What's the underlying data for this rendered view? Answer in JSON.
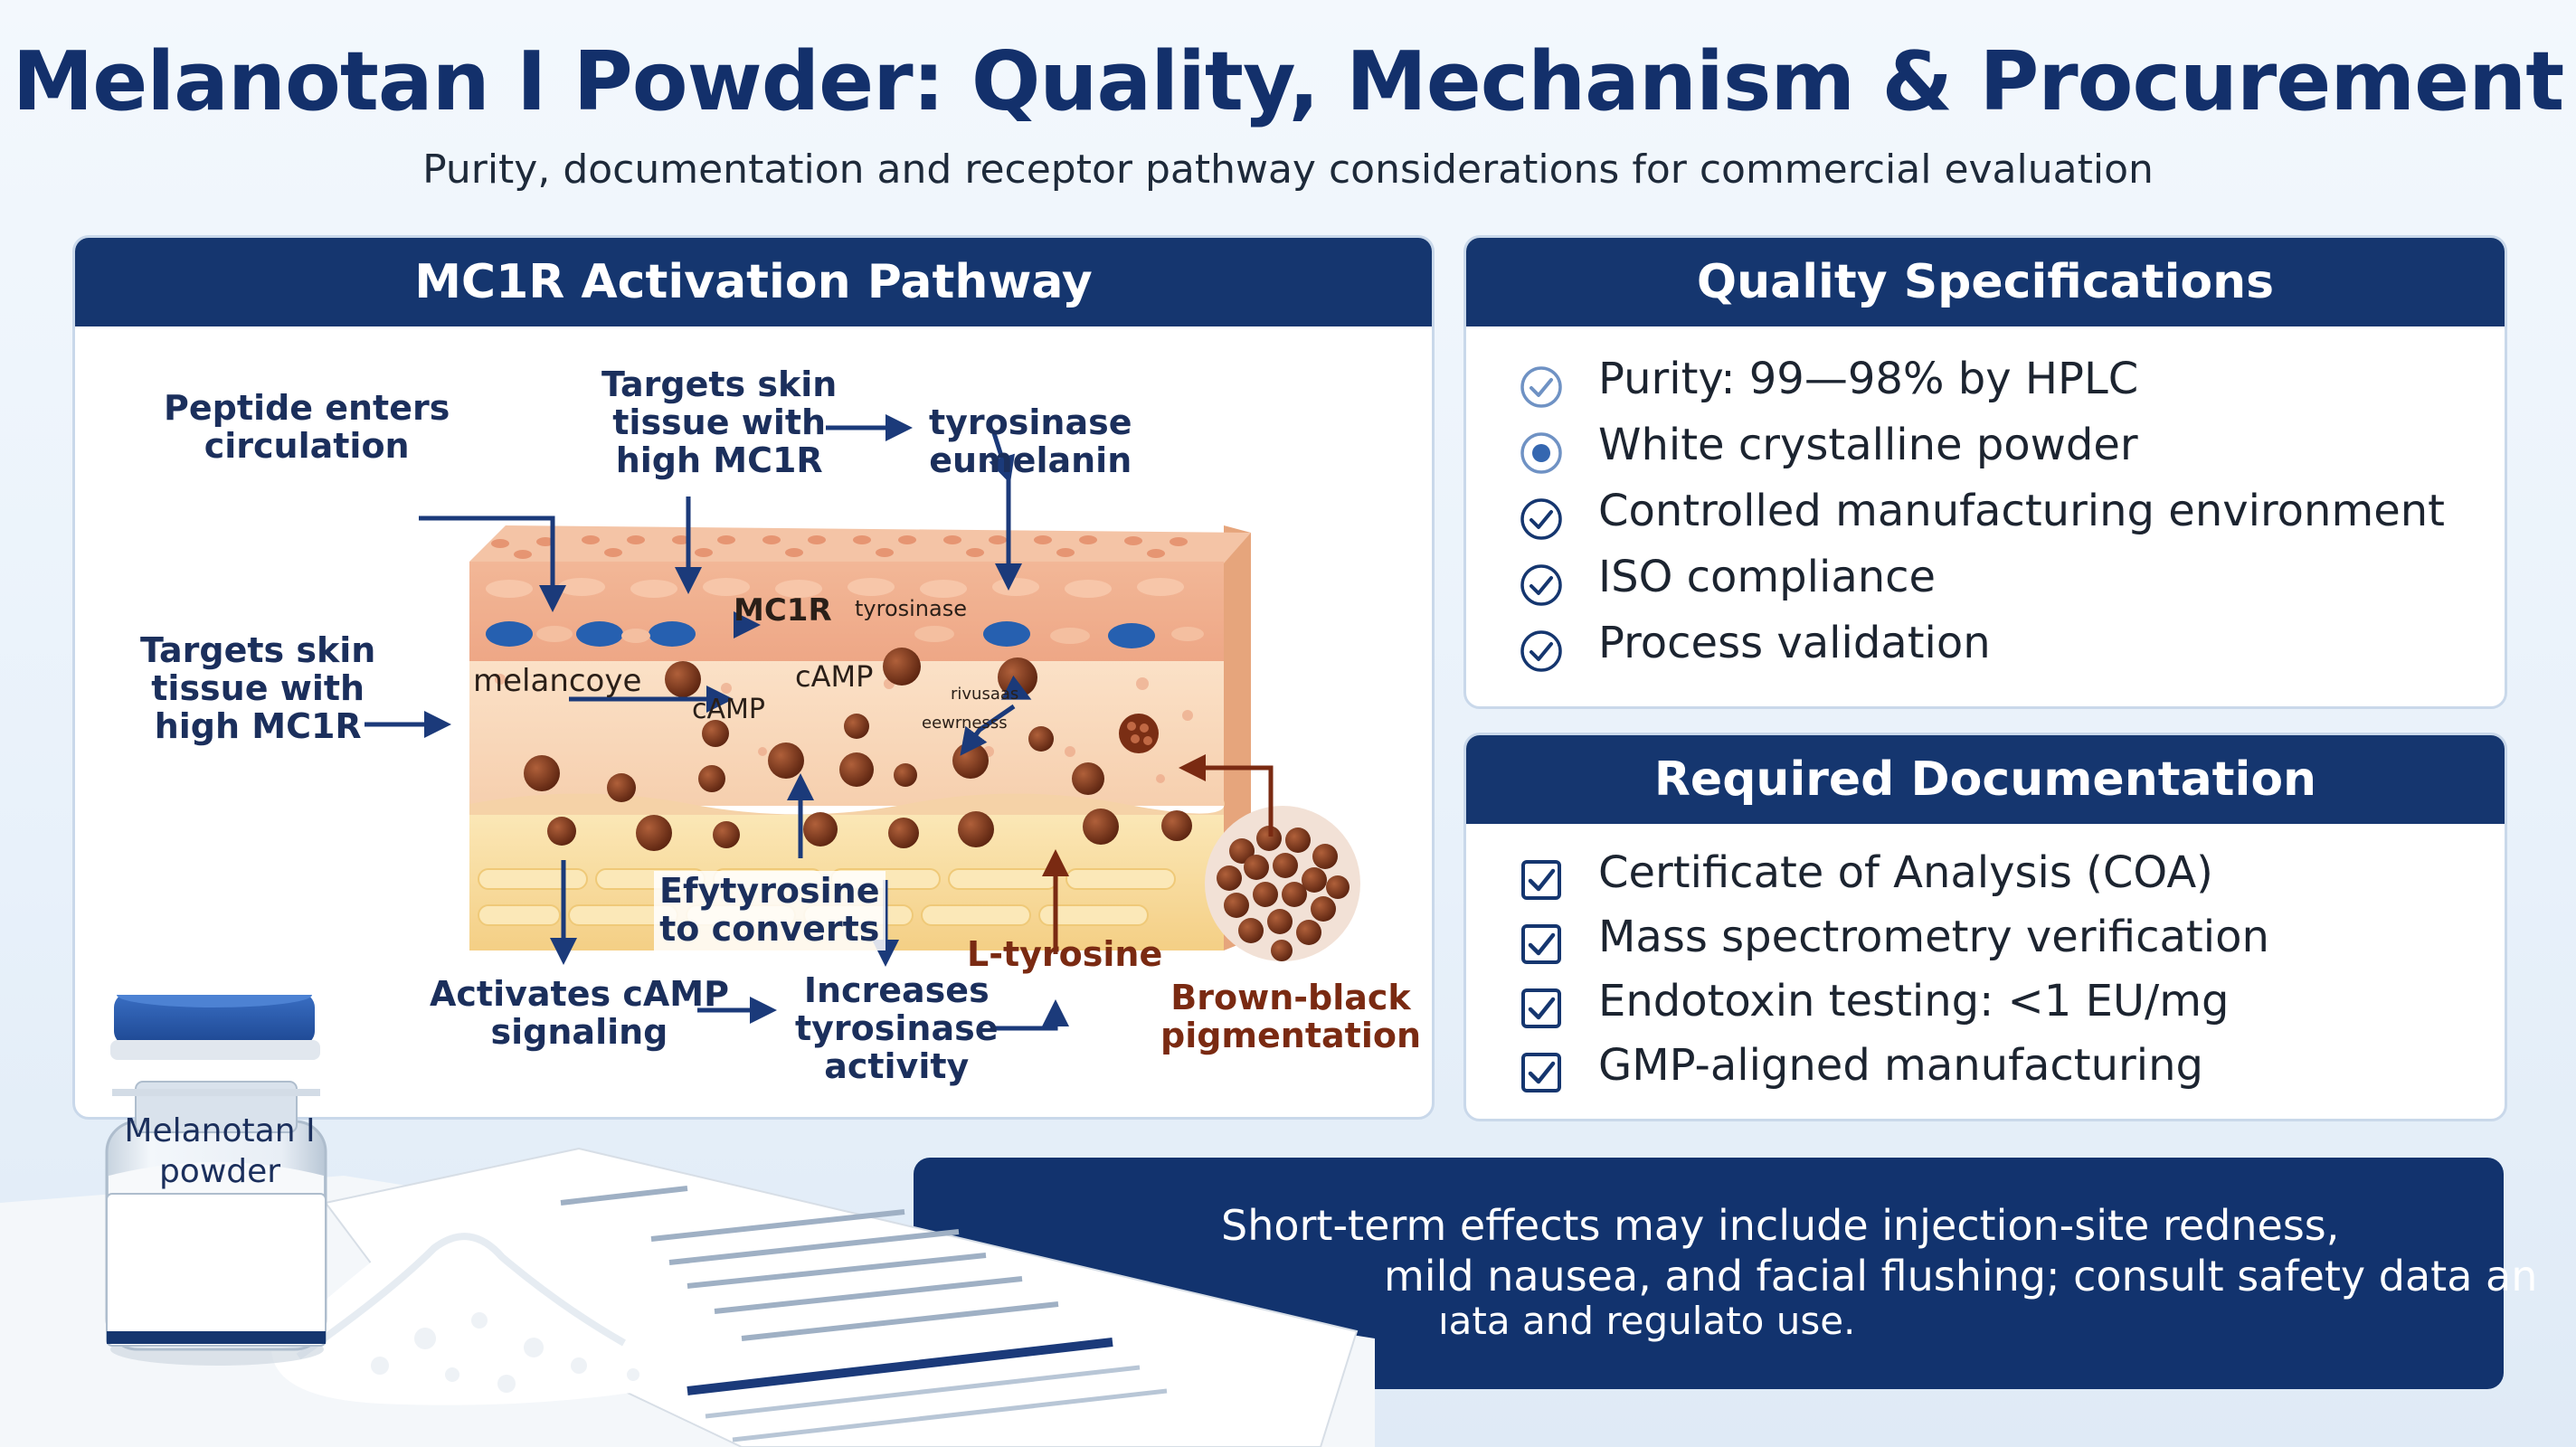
{
  "header": {
    "title": "Melanotan I Powder: Quality, Mechanism & Procurement",
    "subtitle": "Purity, documentation and receptor pathway considerations for commercial evaluation"
  },
  "pathway": {
    "title": "MC1R Activation Pathway",
    "labels": {
      "enters": [
        "Peptide enters",
        "circulation"
      ],
      "targets_top": [
        "Targets skin",
        "tissue with",
        "high MC1R"
      ],
      "tyr_eumelanin": [
        "tyrosinase",
        "eumelanin"
      ],
      "targets_left": [
        "Targets skin",
        "tissue with",
        "high MC1R"
      ],
      "converts": [
        "Efytyrosine",
        "to converts"
      ],
      "l_tyrosine": "L-tyrosine",
      "activates": [
        "Activates cAMP",
        "signaling"
      ],
      "increases": [
        "Increases",
        "tyrosinase",
        "activity"
      ],
      "brown_black": [
        "Brown-black",
        "pigmentation"
      ]
    },
    "tissue_labels": {
      "mc1r": "MC1R",
      "tyrosinase": "tyrosinase",
      "melanocyte": "melancoye",
      "camp_a": "cAMP",
      "camp_b": "cAMP",
      "small_a": "rivusaas",
      "small_b": "eewrnesss"
    }
  },
  "quality": {
    "title": "Quality Specifications",
    "items": [
      {
        "text": "Purity: 99—98% by HPLC",
        "icon": "check-circle-icon"
      },
      {
        "text": "White crystalline powder",
        "icon": "radio-dot-icon"
      },
      {
        "text": "Controlled manufacturing environment",
        "icon": "check-circle-icon"
      },
      {
        "text": "ISO compliance",
        "icon": "check-circle-icon"
      },
      {
        "text": "Process validation",
        "icon": "check-circle-icon"
      }
    ]
  },
  "documentation": {
    "title": "Required Documentation",
    "items": [
      {
        "text": "Certificate of Analysis (COA)",
        "icon": "checkbox-icon"
      },
      {
        "text": "Mass spectrometry verification",
        "icon": "checkbox-icon"
      },
      {
        "text": "Endotoxin testing: <1 EU/mg",
        "icon": "checkbox-icon"
      },
      {
        "text": "GMP-aligned manufacturing",
        "icon": "checkbox-icon"
      }
    ]
  },
  "vial": {
    "label": [
      "Melanotan I",
      "powder"
    ]
  },
  "banner": {
    "lines": [
      "Short-term effects may include injection-site redness,",
      "mild nausea, and facial flushing; consult safety data an",
      "ıata and regulato use."
    ]
  },
  "colors": {
    "navy": "#15366f",
    "title_navy": "#13306b",
    "arrow": "#1b3a7a",
    "brown_arrow": "#7a2a12",
    "melanin": "#6a2a12",
    "receptor": "#2660b0"
  }
}
